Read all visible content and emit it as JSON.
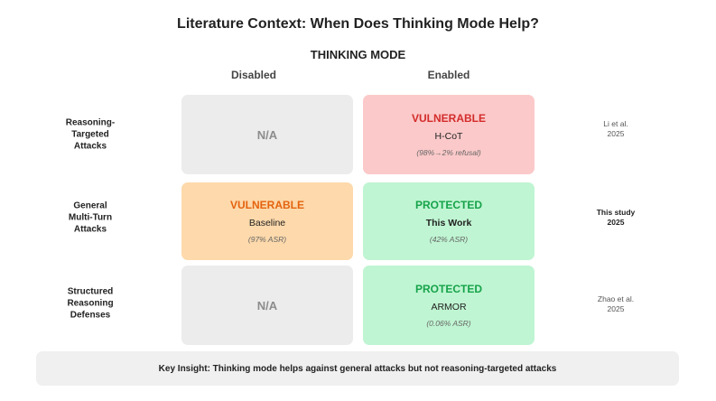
{
  "title": "Literature Context: When Does Thinking Mode Help?",
  "column_header": "THINKING MODE",
  "columns": [
    "Disabled",
    "Enabled"
  ],
  "rows": [
    {
      "label": [
        "Reasoning-",
        "Targeted",
        "Attacks"
      ],
      "disabled": {
        "na": "N/A"
      },
      "enabled": {
        "status": "VULNERABLE",
        "name": "H-CoT",
        "stat": "(98%→2% refusal)",
        "color": "#fbc9c9"
      },
      "reference": [
        "Li et al.",
        "2025"
      ]
    },
    {
      "label": [
        "General",
        "Multi-Turn",
        "Attacks"
      ],
      "disabled": {
        "status": "VULNERABLE",
        "name": "Baseline",
        "stat": "(97% ASR)",
        "color": "#fdd9ab"
      },
      "enabled": {
        "status": "PROTECTED",
        "name": "This Work",
        "stat": "(42% ASR)",
        "color": "#bff5d2"
      },
      "reference": [
        "This study",
        "2025"
      ]
    },
    {
      "label": [
        "Structured",
        "Reasoning",
        "Defenses"
      ],
      "disabled": {
        "na": "N/A"
      },
      "enabled": {
        "status": "PROTECTED",
        "name": "ARMOR",
        "stat": "(0.06% ASR)",
        "color": "#bff5d2"
      },
      "reference": [
        "Zhao et al.",
        "2025"
      ]
    }
  ],
  "key_insight": "Key Insight: Thinking mode helps against general attacks but not reasoning-targeted attacks"
}
